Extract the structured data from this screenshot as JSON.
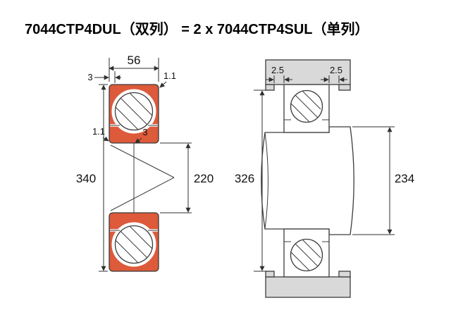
{
  "title": "7044CTP4DUL（双列） = 2 x 7044CTP4SUL（单列）",
  "colors": {
    "ring": "#dd5a3a",
    "housing": "#d9d9d9",
    "line": "#3c3c3c",
    "background": "#ffffff"
  },
  "section_view": {
    "width": "56",
    "top_left_dim": "3",
    "outer_chamfer": "1.1",
    "inner_chamfer": "1.1",
    "center_dim": "3",
    "outer_diameter": "340",
    "bore_diameter": "220"
  },
  "mounting_view": {
    "left_clearance": "2.5",
    "right_clearance": "2.5",
    "housing_shoulder_diameter": "326",
    "shaft_shoulder_diameter": "234"
  }
}
